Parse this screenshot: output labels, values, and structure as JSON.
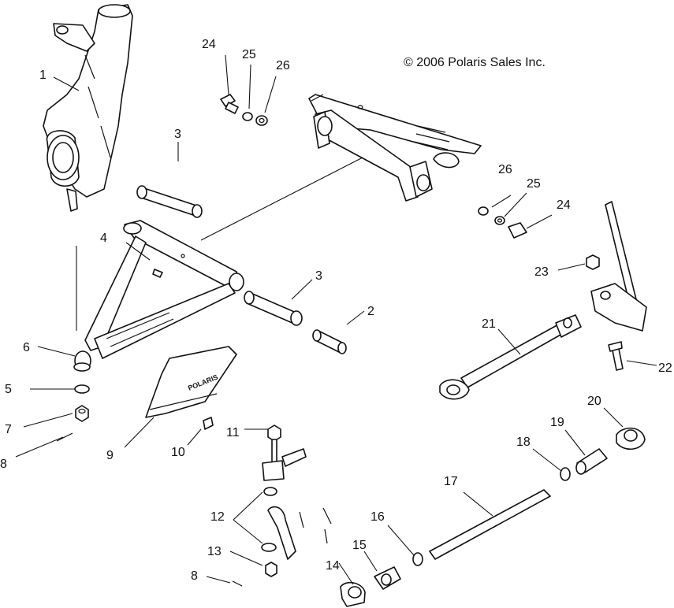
{
  "copyright": "© 2006 Polaris Sales Inc.",
  "skid_plate_text": "POLARIS",
  "callouts": [
    {
      "id": "c1",
      "text": "1"
    },
    {
      "id": "c2",
      "text": "2"
    },
    {
      "id": "c3a",
      "text": "3"
    },
    {
      "id": "c3b",
      "text": "3"
    },
    {
      "id": "c4",
      "text": "4"
    },
    {
      "id": "c5",
      "text": "5"
    },
    {
      "id": "c6",
      "text": "6"
    },
    {
      "id": "c7",
      "text": "7"
    },
    {
      "id": "c8a",
      "text": "8"
    },
    {
      "id": "c8b",
      "text": "8"
    },
    {
      "id": "c9",
      "text": "9"
    },
    {
      "id": "c10",
      "text": "10"
    },
    {
      "id": "c11",
      "text": "11"
    },
    {
      "id": "c12",
      "text": "12"
    },
    {
      "id": "c13",
      "text": "13"
    },
    {
      "id": "c14",
      "text": "14"
    },
    {
      "id": "c15",
      "text": "15"
    },
    {
      "id": "c16",
      "text": "16"
    },
    {
      "id": "c17",
      "text": "17"
    },
    {
      "id": "c18",
      "text": "18"
    },
    {
      "id": "c19",
      "text": "19"
    },
    {
      "id": "c20",
      "text": "20"
    },
    {
      "id": "c21",
      "text": "21"
    },
    {
      "id": "c22",
      "text": "22"
    },
    {
      "id": "c23",
      "text": "23"
    },
    {
      "id": "c24a",
      "text": "24"
    },
    {
      "id": "c24b",
      "text": "24"
    },
    {
      "id": "c25a",
      "text": "25"
    },
    {
      "id": "c25b",
      "text": "25"
    },
    {
      "id": "c26a",
      "text": "26"
    },
    {
      "id": "c26b",
      "text": "26"
    }
  ]
}
